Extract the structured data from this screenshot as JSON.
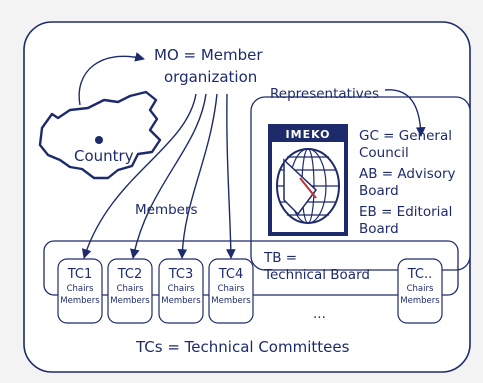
{
  "mo": {
    "line1": "MO = Member",
    "line2": "organization"
  },
  "representatives": "Representatives",
  "country": "Country",
  "members": "Members",
  "logo_text": "IMEKO",
  "council": {
    "lines": [
      "GC = General",
      "Council",
      "AB = Advisory",
      "Board",
      "EB = Editorial",
      "Board"
    ]
  },
  "tb": {
    "line1": "TB =",
    "line2": "Technical Board"
  },
  "committees": [
    {
      "name": "TC1",
      "chairs": "Chairs",
      "members": "Members"
    },
    {
      "name": "TC2",
      "chairs": "Chairs",
      "members": "Members"
    },
    {
      "name": "TC3",
      "chairs": "Chairs",
      "members": "Members"
    },
    {
      "name": "TC4",
      "chairs": "Chairs",
      "members": "Members"
    }
  ],
  "tc_last": {
    "name": "TC..",
    "chairs": "Chairs",
    "members": "Members"
  },
  "ellipsis": "...",
  "footer": "TCs = Technical Committees",
  "colors": {
    "ink": "#1e2b6b",
    "logo_bg": "#1e2b6b",
    "background": "#f3f3f4"
  }
}
